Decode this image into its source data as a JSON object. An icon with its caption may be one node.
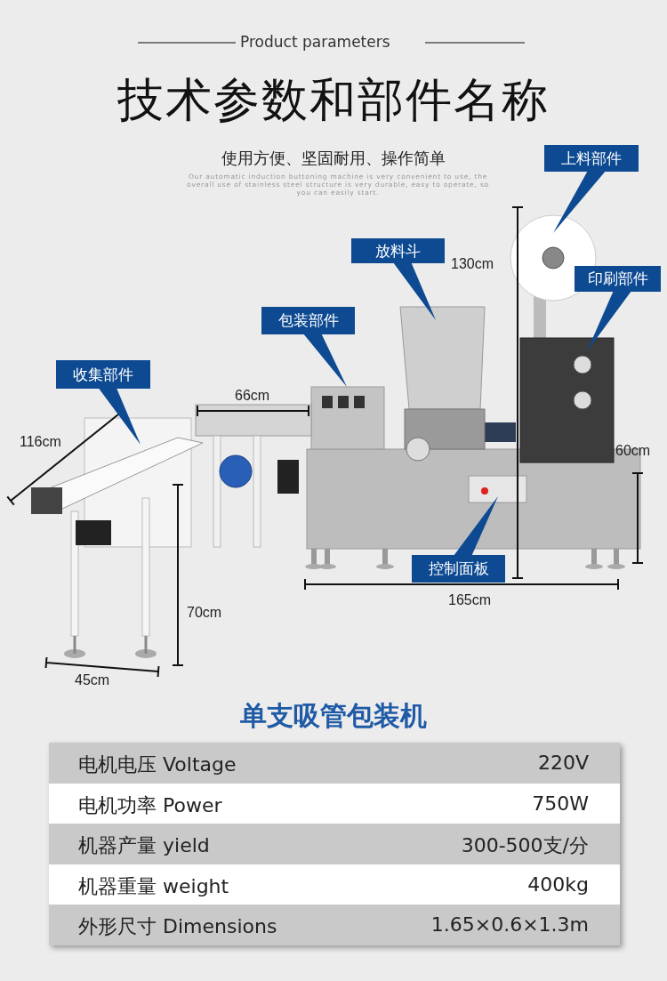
{
  "diagram": {
    "title": "技术参数和部件名称",
    "nodes": [
      {
        "text": [
          "上料部件"
        ]
      },
      {
        "text": [
          "放料斗"
        ]
      },
      {
        "text": [
          "印刷部件"
        ]
      },
      {
        "text": [
          "包装部件"
        ]
      },
      {
        "text": [
          "收集部件"
        ]
      },
      {
        "text": [
          "控制面板"
        ]
      }
    ],
    "edges": [
      {
        "from": 0,
        "to": null,
        "arrow": "to"
      },
      {
        "from": 1,
        "to": null,
        "arrow": "to"
      },
      {
        "from": 2,
        "to": null,
        "arrow": "to"
      },
      {
        "from": 3,
        "to": null,
        "arrow": "to"
      },
      {
        "from": 4,
        "to": null,
        "arrow": "to"
      },
      {
        "from": 5,
        "to": null,
        "arrow": "to"
      }
    ],
    "labels": [
      "Product parameters",
      "使用方便、坚固耐用、操作简单",
      "Our automatic induction buttoning machine is very convenient to use, the overall use of stainless steel structure is very durable, easy to operate, so you can easily start.",
      "130cm",
      "66cm",
      "116cm",
      "60cm",
      "165cm",
      "70cm",
      "45cm",
      "单支吸管包装机",
      "电机电压 Voltage",
      "220V",
      "电机功率 Power",
      "750W",
      "机器产量 yield",
      "300-500支/分",
      "机器重量 weight",
      "400kg",
      "外形尺寸 Dimensions",
      "1.65×0.6×1.3m"
    ]
  }
}
